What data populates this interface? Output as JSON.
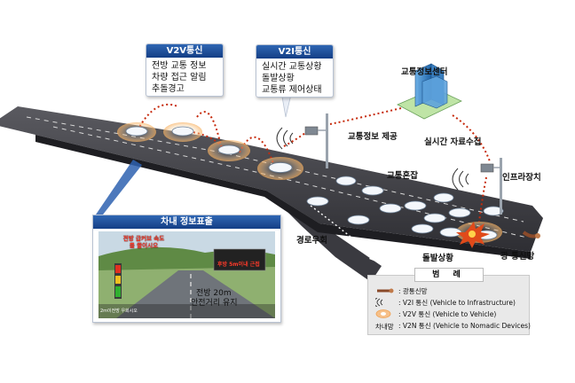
{
  "v2v": {
    "title": "V2V통신",
    "items": [
      "전방 교통 정보",
      "차량 접근 알림",
      "추돌경고"
    ]
  },
  "v2i": {
    "title": "V2I통신",
    "items": [
      "실시간 교통상황",
      "돌발상황",
      "교통류 제어상태"
    ]
  },
  "labels": {
    "traffic_center": "교통정보센터",
    "info_provide": "교통정보 제공",
    "realtime_collect": "실시간 자료수집",
    "congestion": "교통혼잡",
    "infra_device": "인프라장치",
    "detour": "경로우회",
    "incident": "돌발상황",
    "optical_net": "광 통신망"
  },
  "incar": {
    "title": "차내 정보표출",
    "warning": "전방 급커브 속도를 줄이시오",
    "rear_alert": "후방 5m이내 근접",
    "distance": "전방 20m",
    "keep_distance": "안전거리 유지",
    "gauge": "2m이전방 우회시오"
  },
  "legend": {
    "title": "범 례",
    "rows": [
      {
        "symbol": "cable-icon",
        "text": ": 광통신망"
      },
      {
        "symbol": "v2i-wave-icon",
        "text": ": V2I 통신 (Vehicle to Infrastructure)"
      },
      {
        "symbol": "v2v-wave-icon",
        "text": ": V2V 통신 (Vehicle to Vehicle)"
      },
      {
        "symbol": "차내망",
        "text": ": V2N 통신 (Vehicle to Nomadic Devices)"
      }
    ]
  },
  "colors": {
    "header_blue": "#1d4c97",
    "road_dark": "#3f3f45",
    "v2v_red": "#c62a0c",
    "wave_orange": "#f0a050"
  }
}
